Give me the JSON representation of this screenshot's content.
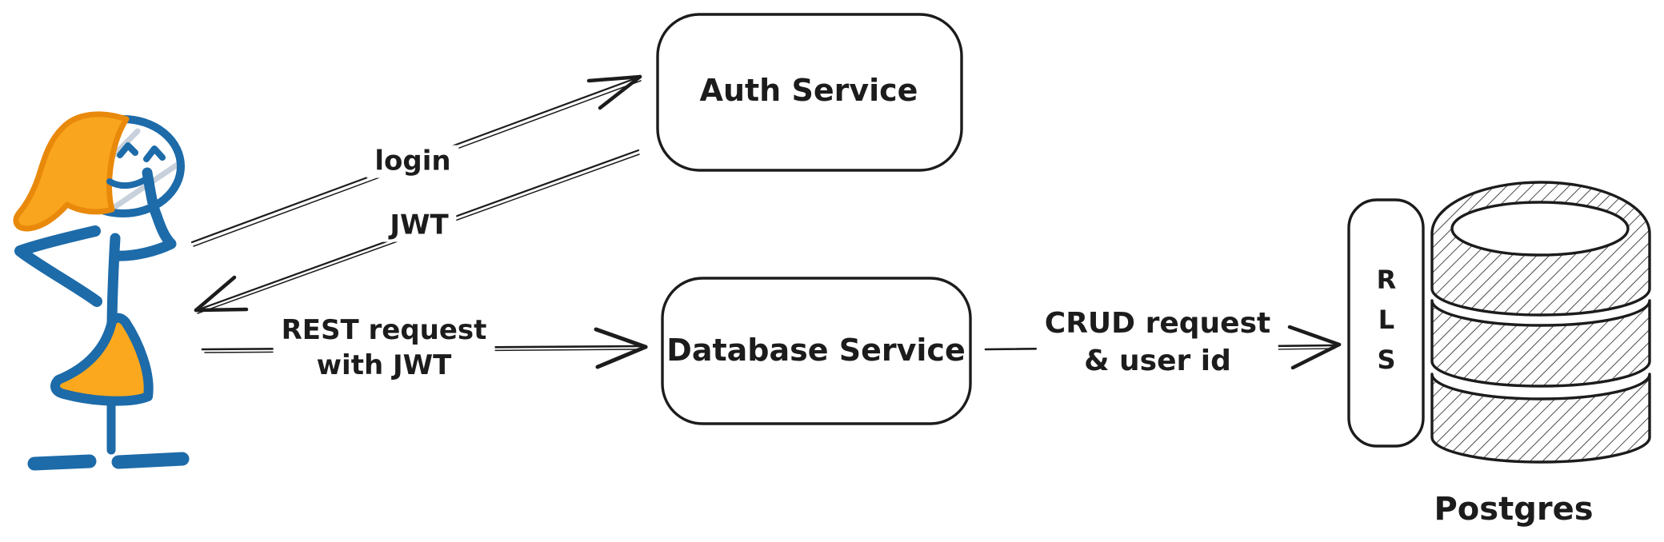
{
  "colors": {
    "ink": "#1c1c1c",
    "figure_blue": "#1d6ba9",
    "hair_orange_fill": "#F9A51D",
    "hair_orange_stroke": "#E9890B",
    "dress_orange_fill": "#FBA81E",
    "glare_gray": "#C8D1DB",
    "background": "#ffffff"
  },
  "nodes": {
    "user": {
      "name": "user-stick-figure"
    },
    "auth_service": {
      "label": "Auth Service"
    },
    "database_service": {
      "label": "Database Service"
    },
    "rls": {
      "letters": [
        "R",
        "L",
        "S"
      ]
    },
    "postgres": {
      "label": "Postgres"
    }
  },
  "edges": {
    "login": {
      "label": "login",
      "from": "user",
      "to": "auth_service"
    },
    "jwt": {
      "label": "JWT",
      "from": "auth_service",
      "to": "user"
    },
    "rest": {
      "label_line1": "REST request",
      "label_line2": "with JWT",
      "from": "user",
      "to": "database_service"
    },
    "crud": {
      "label_line1": "CRUD request",
      "label_line2": "& user id",
      "from": "database_service",
      "to": "rls"
    }
  }
}
